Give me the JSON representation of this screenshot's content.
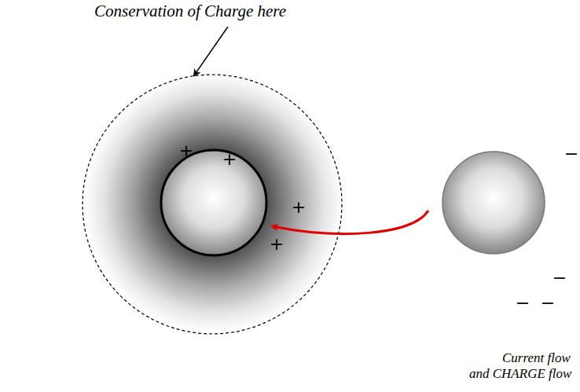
{
  "diagram": {
    "labels": [
      "Conservation of Charge here",
      "+",
      "+",
      "+",
      "+",
      "−",
      "−",
      "−",
      "−",
      "Current flow and CHARGE flow"
    ]
  }
}
